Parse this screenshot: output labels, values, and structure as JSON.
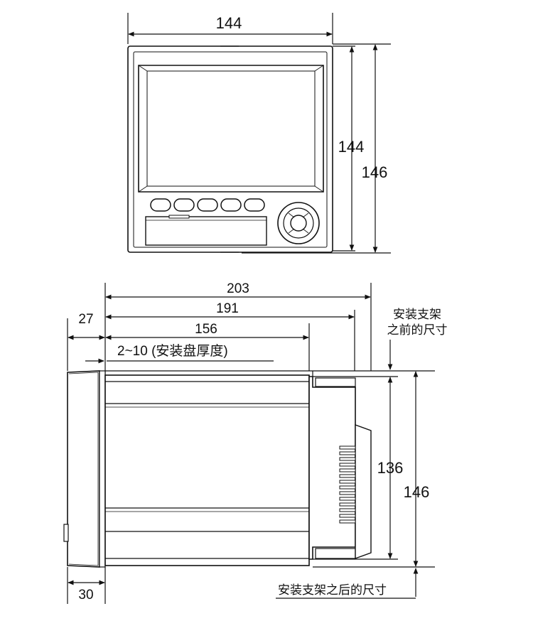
{
  "front_view": {
    "width_label": "144",
    "height_label_inner": "144",
    "height_label_outer": "146"
  },
  "side_view": {
    "depth_total": "203",
    "depth_body": "191",
    "depth_case": "156",
    "bezel_depth": "27",
    "panel_thickness": "2~10 (安装盘厚度)",
    "rear_height": "136",
    "overall_height": "146",
    "bottom_depth": "30",
    "note_before_bracket_line1": "安装支架",
    "note_before_bracket_line2": "之前的尺寸",
    "note_after_bracket": "安装支架之后的尺寸"
  }
}
